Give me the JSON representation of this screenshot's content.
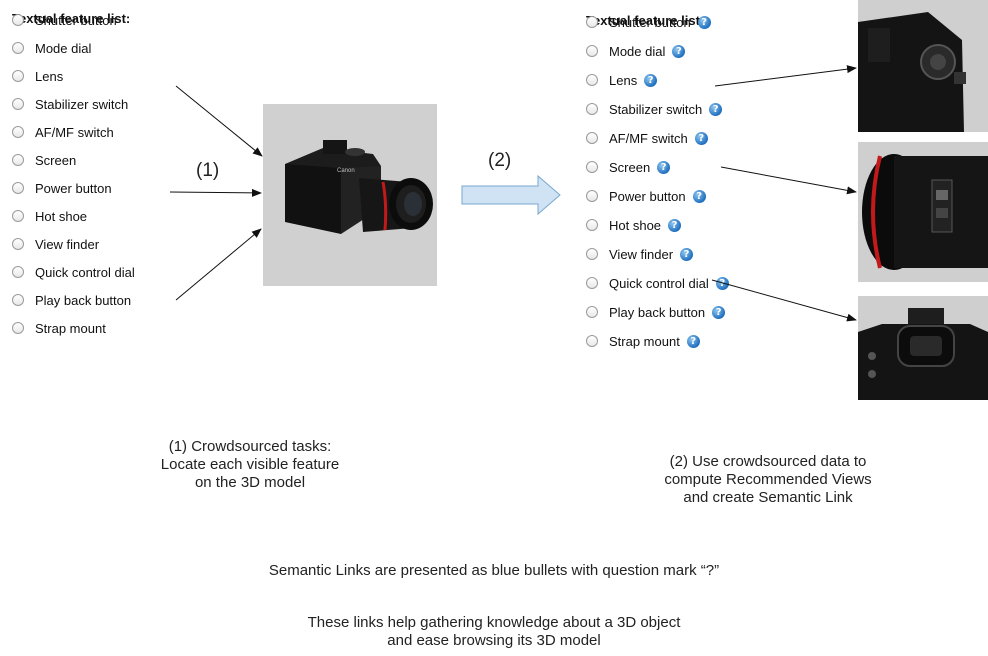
{
  "left_panel": {
    "title": "Textual feature list:",
    "features": [
      "Shutter button",
      "Mode dial",
      "Lens",
      "Stabilizer switch",
      "AF/MF switch",
      "Screen",
      "Power button",
      "Hot shoe",
      "View finder",
      "Quick control dial",
      "Play back button",
      "Strap mount"
    ]
  },
  "right_panel": {
    "title": "Textual feature list:",
    "features": [
      "Shutter button",
      "Mode dial",
      "Lens",
      "Stabilizer switch",
      "AF/MF switch",
      "Screen",
      "Power button",
      "Hot shoe",
      "View finder",
      "Quick control dial",
      "Play back button",
      "Strap mount"
    ],
    "link_glyph": "?"
  },
  "step_labels": {
    "step1": "(1)",
    "step2": "(2)"
  },
  "camera_brand": "Canon",
  "captions": {
    "crowdsourced": [
      "(1) Crowdsourced tasks:",
      "Locate each visible feature",
      "on the 3D model"
    ],
    "recommended": [
      "(2) Use crowdsourced data to",
      "compute Recommended Views",
      "and create Semantic Link"
    ],
    "semantic_note": "Semantic Links are presented as blue bullets with question mark “?”",
    "knowledge_note": [
      "These links help gathering knowledge about a  3D object",
      "and ease browsing its 3D model"
    ]
  },
  "colors": {
    "link_blue": "#1f6fbf",
    "arrow_fill": "#cfe3f5",
    "arrow_stroke": "#7aa7cf",
    "thumb_bg": "#cfcfcf"
  }
}
